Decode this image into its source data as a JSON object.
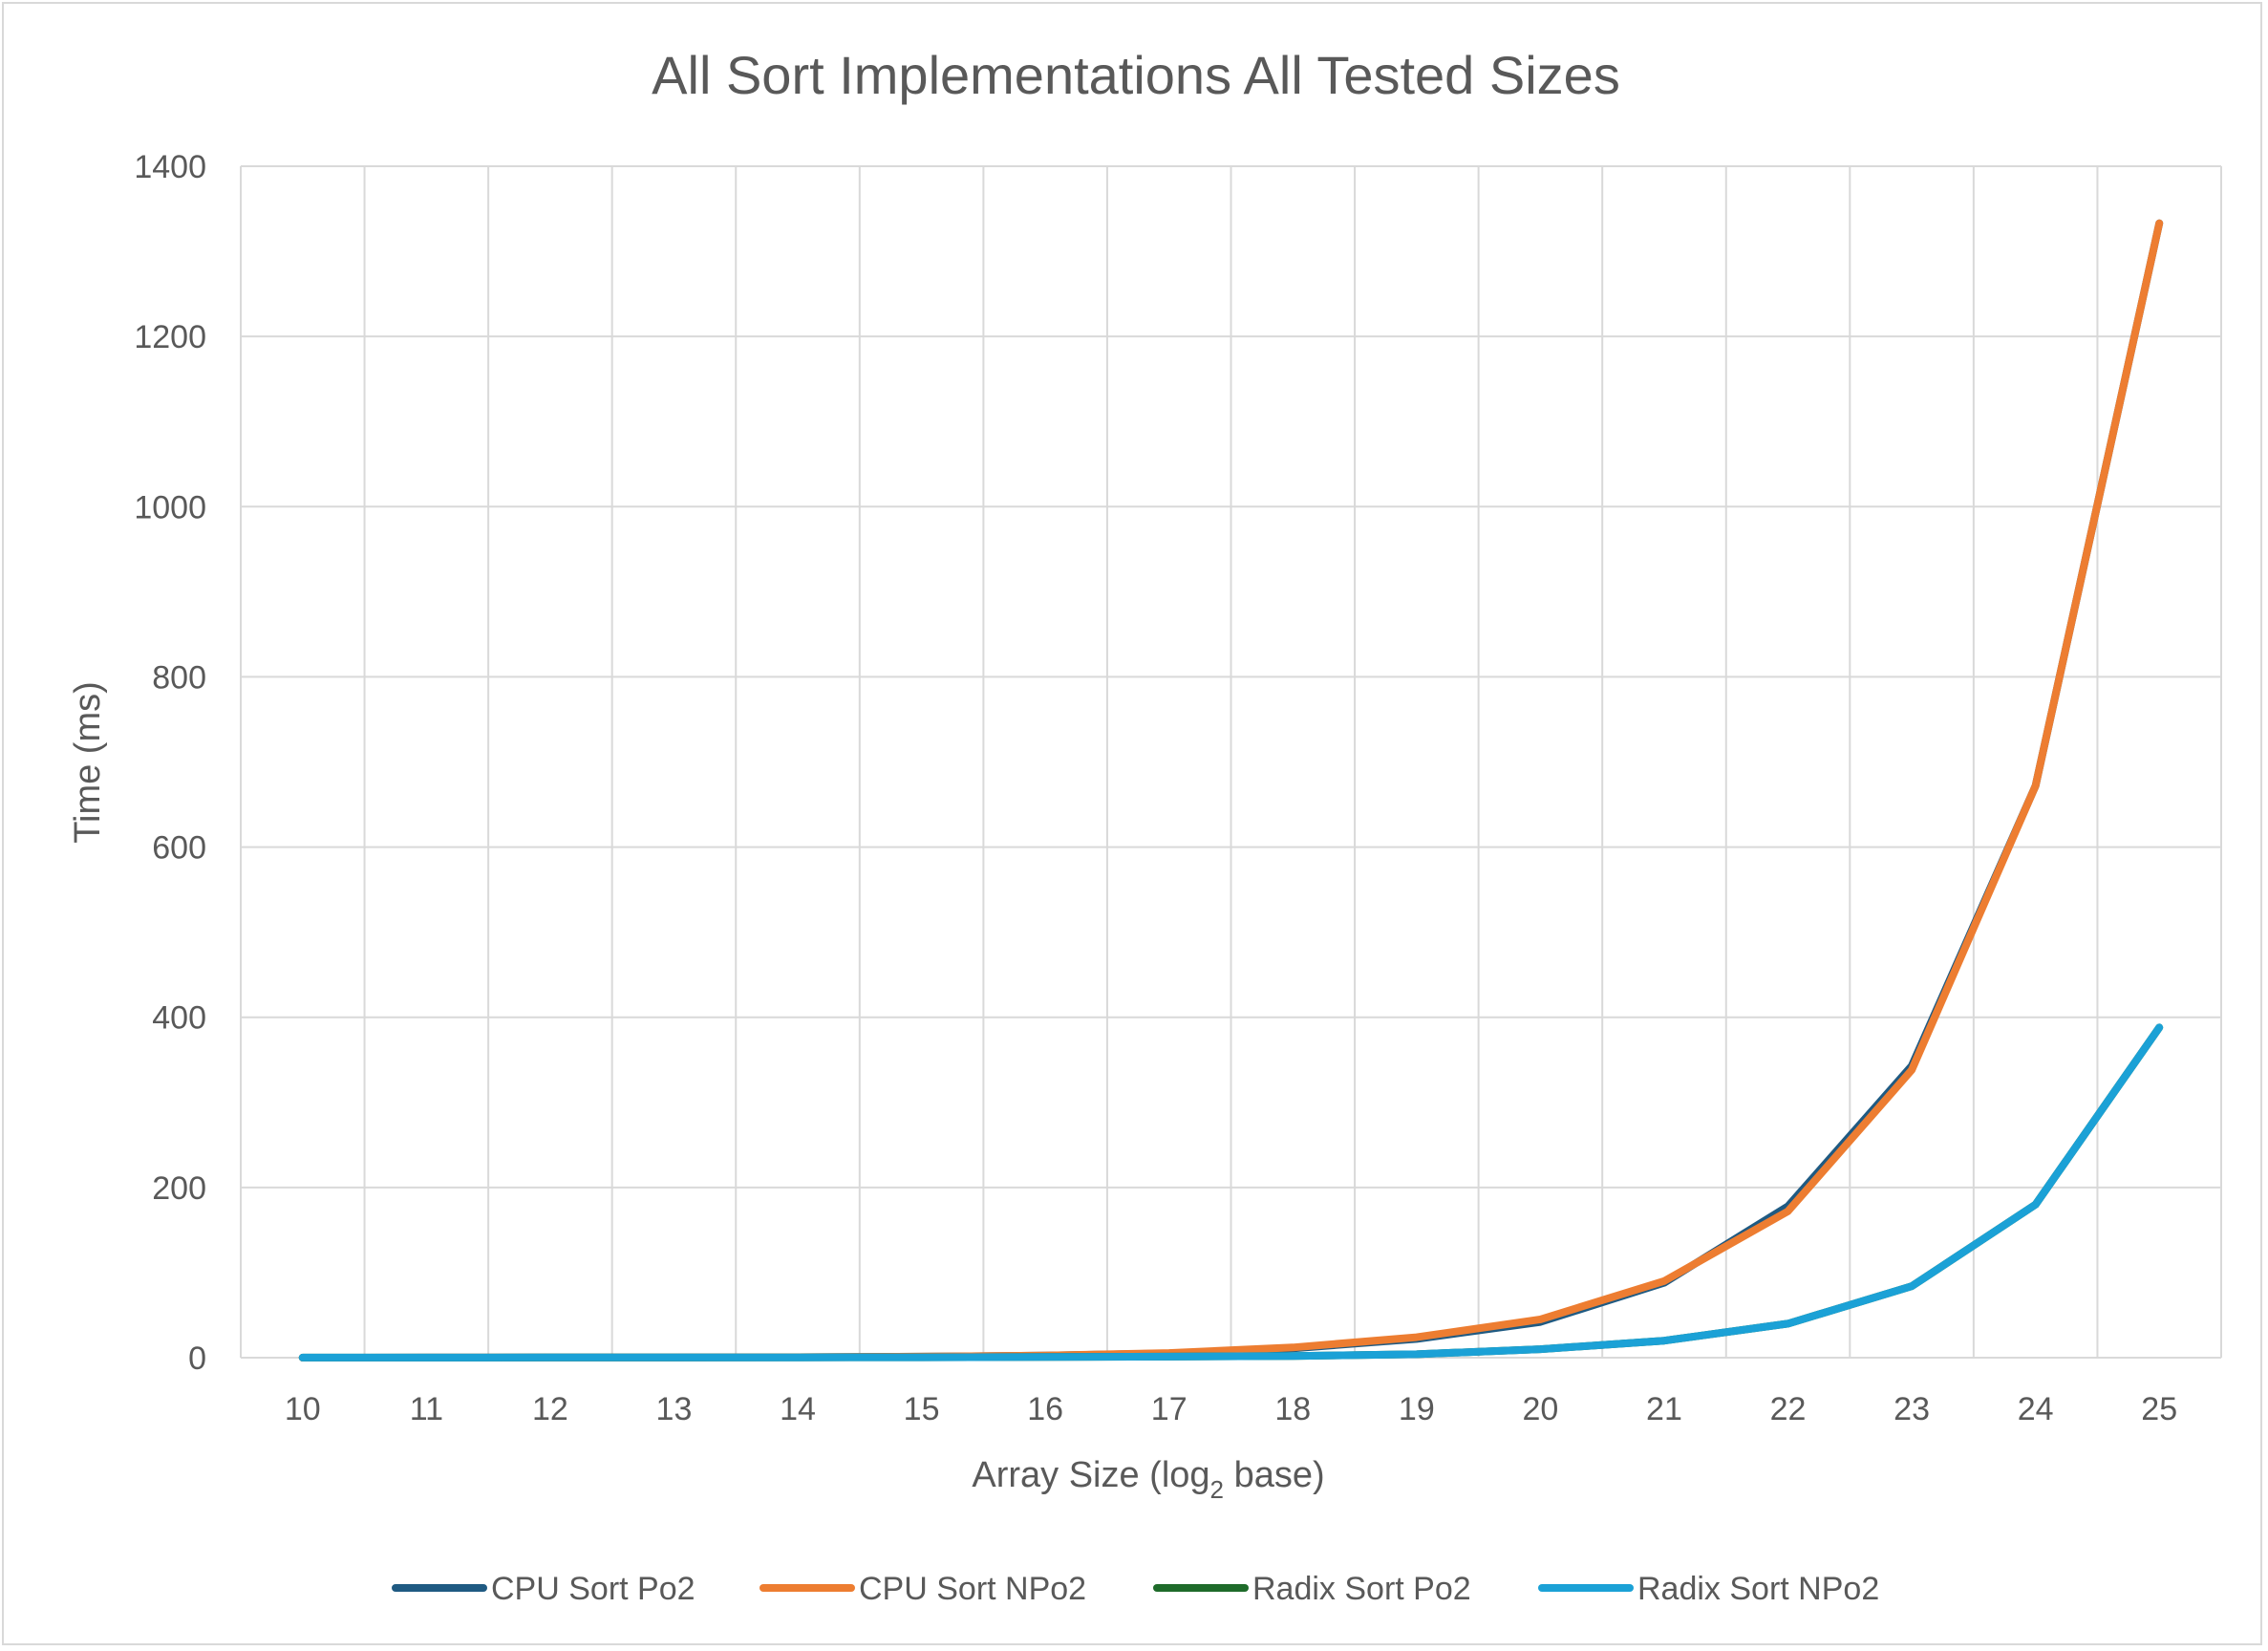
{
  "chart_data": {
    "type": "line",
    "title": "All Sort Implementations All Tested Sizes",
    "xlabel": {
      "main": "Array Size (log",
      "subscript": "2",
      "suffix": " base)"
    },
    "ylabel": "Time (ms)",
    "categories": [
      "10",
      "11",
      "12",
      "13",
      "14",
      "15",
      "16",
      "17",
      "18",
      "19",
      "20",
      "21",
      "22",
      "23",
      "24",
      "25"
    ],
    "ylim": [
      0,
      1400
    ],
    "yticks": [
      0,
      200,
      400,
      600,
      800,
      1000,
      1200,
      1400
    ],
    "grid": true,
    "legend_position": "bottom",
    "series": [
      {
        "name": "CPU Sort Po2",
        "color": "#1f5a82",
        "values": [
          0.05,
          0.1,
          0.2,
          0.3,
          0.6,
          1.2,
          2.5,
          5,
          11,
          22,
          42,
          88,
          178,
          343,
          672,
          1333
        ]
      },
      {
        "name": "CPU Sort NPo2",
        "color": "#ed7d31",
        "values": [
          0.05,
          0.1,
          0.2,
          0.3,
          0.6,
          1.2,
          2.5,
          5.5,
          12,
          24,
          45,
          90,
          172,
          338,
          672,
          1333
        ]
      },
      {
        "name": "Radix Sort Po2",
        "color": "#1e6b2a",
        "values": [
          0.1,
          0.1,
          0.2,
          0.2,
          0.3,
          0.5,
          0.8,
          1.2,
          2,
          4,
          10,
          20,
          40,
          84,
          180,
          388
        ]
      },
      {
        "name": "Radix Sort NPo2",
        "color": "#1ba1d6",
        "values": [
          0.1,
          0.1,
          0.2,
          0.2,
          0.3,
          0.5,
          0.8,
          1.2,
          2,
          4,
          10,
          20,
          40,
          84,
          180,
          388
        ]
      }
    ]
  }
}
